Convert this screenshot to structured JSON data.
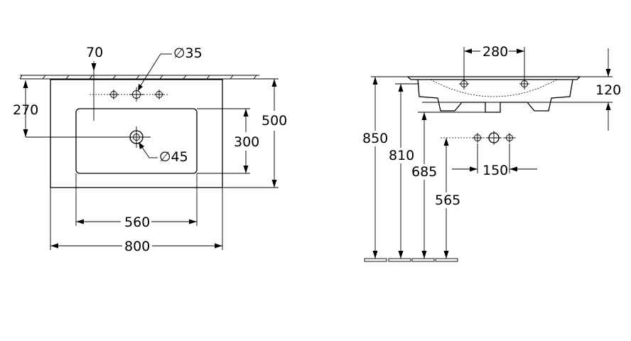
{
  "top_view": {
    "dim_hole_offset": "70",
    "dim_tap_hole": "∅35",
    "dim_back_to_waste": "270",
    "dim_depth": "500",
    "dim_basin_depth": "300",
    "dim_waste": "∅45",
    "dim_basin_width": "560",
    "dim_width": "800"
  },
  "side_view": {
    "dim_hole_spacing": "280",
    "dim_thickness": "120",
    "dim_850": "850",
    "dim_810": "810",
    "dim_685": "685",
    "dim_565": "565",
    "dim_150": "150"
  }
}
